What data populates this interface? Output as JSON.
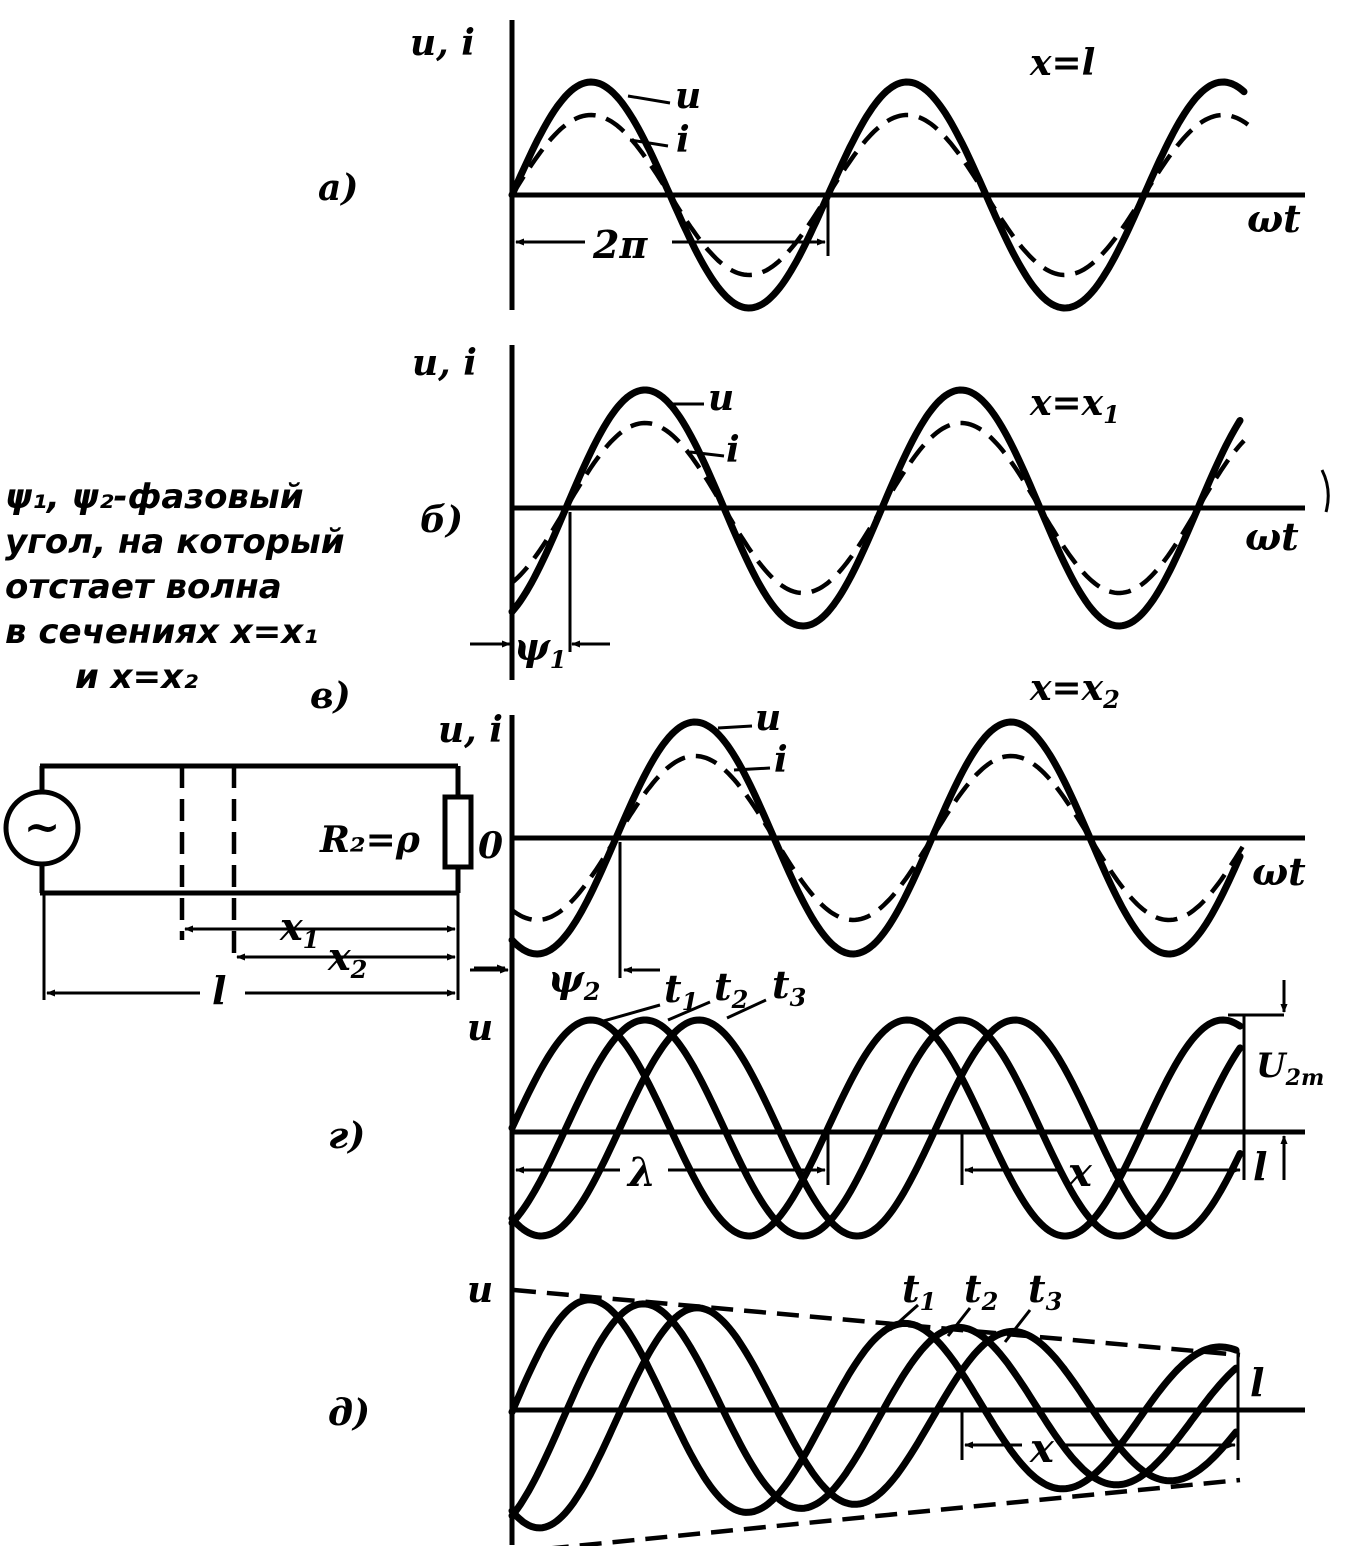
{
  "panels": {
    "a": {
      "tag": "а)",
      "axis_y": "u, i",
      "axis_x": "ωt",
      "section": "x=l",
      "curve_u": "u",
      "curve_i": "i",
      "period": "2π"
    },
    "b": {
      "tag": "б)",
      "axis_y": "u, i",
      "axis_x": "ωt",
      "section": "x=x",
      "section_sub": "1",
      "curve_u": "u",
      "curve_i": "i",
      "phase": "ψ",
      "phase_sub": "1"
    },
    "v": {
      "tag": "в)",
      "axis_y": "u, i",
      "axis_x": "ωt",
      "section": "x=x",
      "section_sub": "2",
      "curve_u": "u",
      "curve_i": "i",
      "zero": "0",
      "phase": "ψ",
      "phase_sub": "2"
    },
    "g": {
      "tag": "г)",
      "axis_y": "u",
      "t1": "t",
      "t1_sub": "1",
      "t2": "t",
      "t2_sub": "2",
      "t3": "t",
      "t3_sub": "3",
      "amplitude": "U",
      "amplitude_sub": "2m",
      "wavelength": "λ",
      "distance": "x",
      "end": "l"
    },
    "d": {
      "tag": "д)",
      "axis_y": "u",
      "t1": "t",
      "t1_sub": "1",
      "t2": "t",
      "t2_sub": "2",
      "t3": "t",
      "t3_sub": "3",
      "distance": "x",
      "end": "l"
    }
  },
  "note": {
    "line1": "ψ₁, ψ₂-фазовый",
    "line2": "угол, на который",
    "line3": "отстает волна",
    "line4": "в сечениях x=x₁",
    "line5": "и x=x₂"
  },
  "circuit": {
    "source_symbol": "~",
    "load": "R₂=ρ",
    "x1": "x",
    "x1_sub": "1",
    "x2": "x",
    "x2_sub": "2",
    "length": "l"
  }
}
